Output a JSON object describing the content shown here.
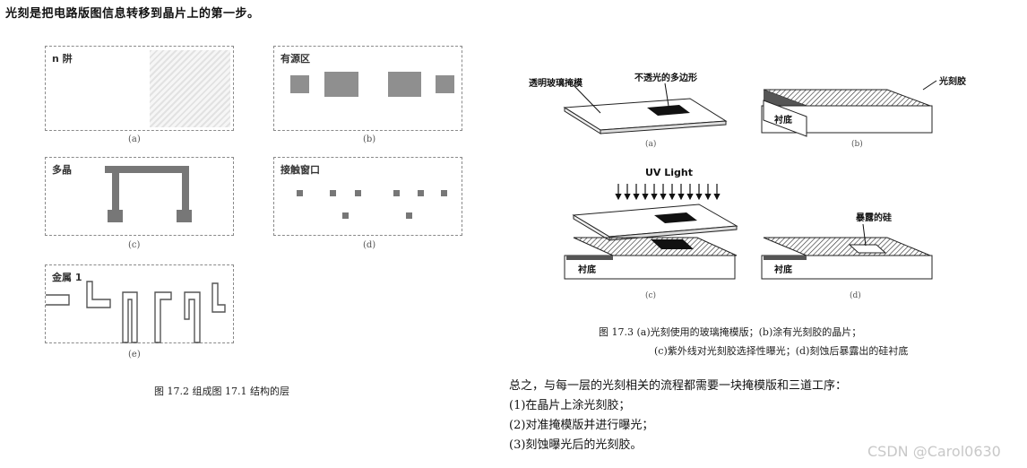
{
  "heading": "光刻是把电路版图信息转移到晶片上的第一步。",
  "fig172": {
    "panels": [
      {
        "label": "n 阱",
        "sub": "(a)"
      },
      {
        "label": "有源区",
        "sub": "(b)"
      },
      {
        "label": "多晶",
        "sub": "(c)"
      },
      {
        "label": "接触窗口",
        "sub": "(d)"
      },
      {
        "label": "金属 1",
        "sub": "(e)"
      }
    ],
    "caption": "图 17.2    组成图 17.1 结构的层"
  },
  "fig173": {
    "labels": {
      "glass_mask": "透明玻璃掩模",
      "opaque_polygon": "不透光的多边形",
      "photoresist": "光刻胶",
      "substrate": "衬底",
      "uv_light": "UV Light",
      "exposed_si": "暴露的硅"
    },
    "subs": [
      "(a)",
      "(b)",
      "(c)",
      "(d)"
    ],
    "caption_line1": "图 17.3    (a)光刻使用的玻璃掩模版；(b)涂有光刻胶的晶片；",
    "caption_line2": "(c)紫外线对光刻胶选择性曝光；(d)刻蚀后暴露出的硅衬底"
  },
  "summary": {
    "intro": "总之，与每一层的光刻相关的流程都需要一块掩模版和三道工序：",
    "steps": [
      "(1)在晶片上涂光刻胶；",
      "(2)对准掩模版并进行曝光；",
      "(3)刻蚀曝光后的光刻胶。"
    ]
  },
  "watermark": "CSDN @Carol0630"
}
